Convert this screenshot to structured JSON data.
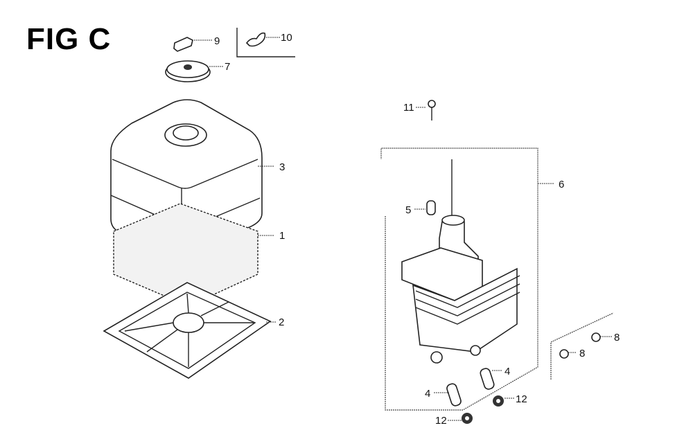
{
  "figure": {
    "title": "FIG C"
  },
  "callouts": {
    "c9": "9",
    "c10": "10",
    "c7": "7",
    "c3": "3",
    "c1": "1",
    "c2": "2",
    "c11": "11",
    "c6": "6",
    "c5": "5",
    "c4a": "4",
    "c4b": "4",
    "c12a": "12",
    "c12b": "12",
    "c8a": "8",
    "c8b": "8"
  }
}
